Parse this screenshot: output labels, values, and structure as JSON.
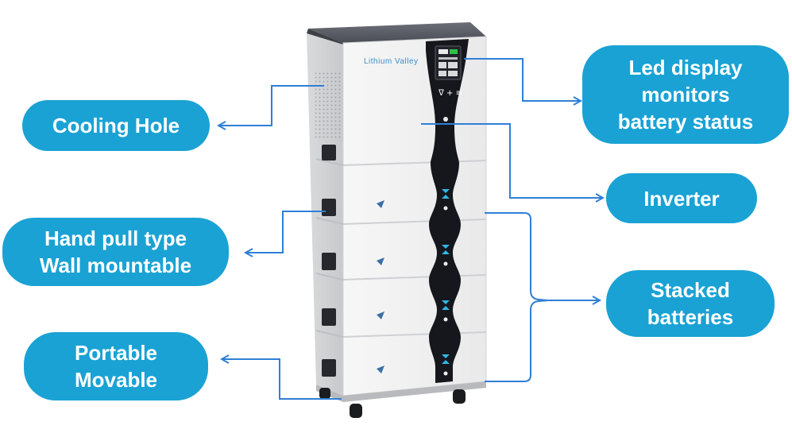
{
  "labels": {
    "cooling": [
      "Cooling Hole"
    ],
    "handpull": [
      "Hand pull type",
      "Wall mountable"
    ],
    "portable": [
      "Portable",
      "Movable"
    ],
    "led": [
      "Led display",
      "monitors",
      "battery status"
    ],
    "inverter": [
      "Inverter"
    ],
    "stacked": [
      "Stacked",
      "batteries"
    ]
  },
  "brand_logo": "Lithium Valley",
  "colors": {
    "label_bg": "#1aa2d4",
    "connector": "#2f7fd6",
    "cabinet": "#f1f1f1",
    "panel_dark": "#15171c",
    "accent": "#2db8e8"
  },
  "icons": [
    "arrow-icon",
    "brand-logo-icon",
    "led-screen-icon",
    "wheel-icon"
  ]
}
